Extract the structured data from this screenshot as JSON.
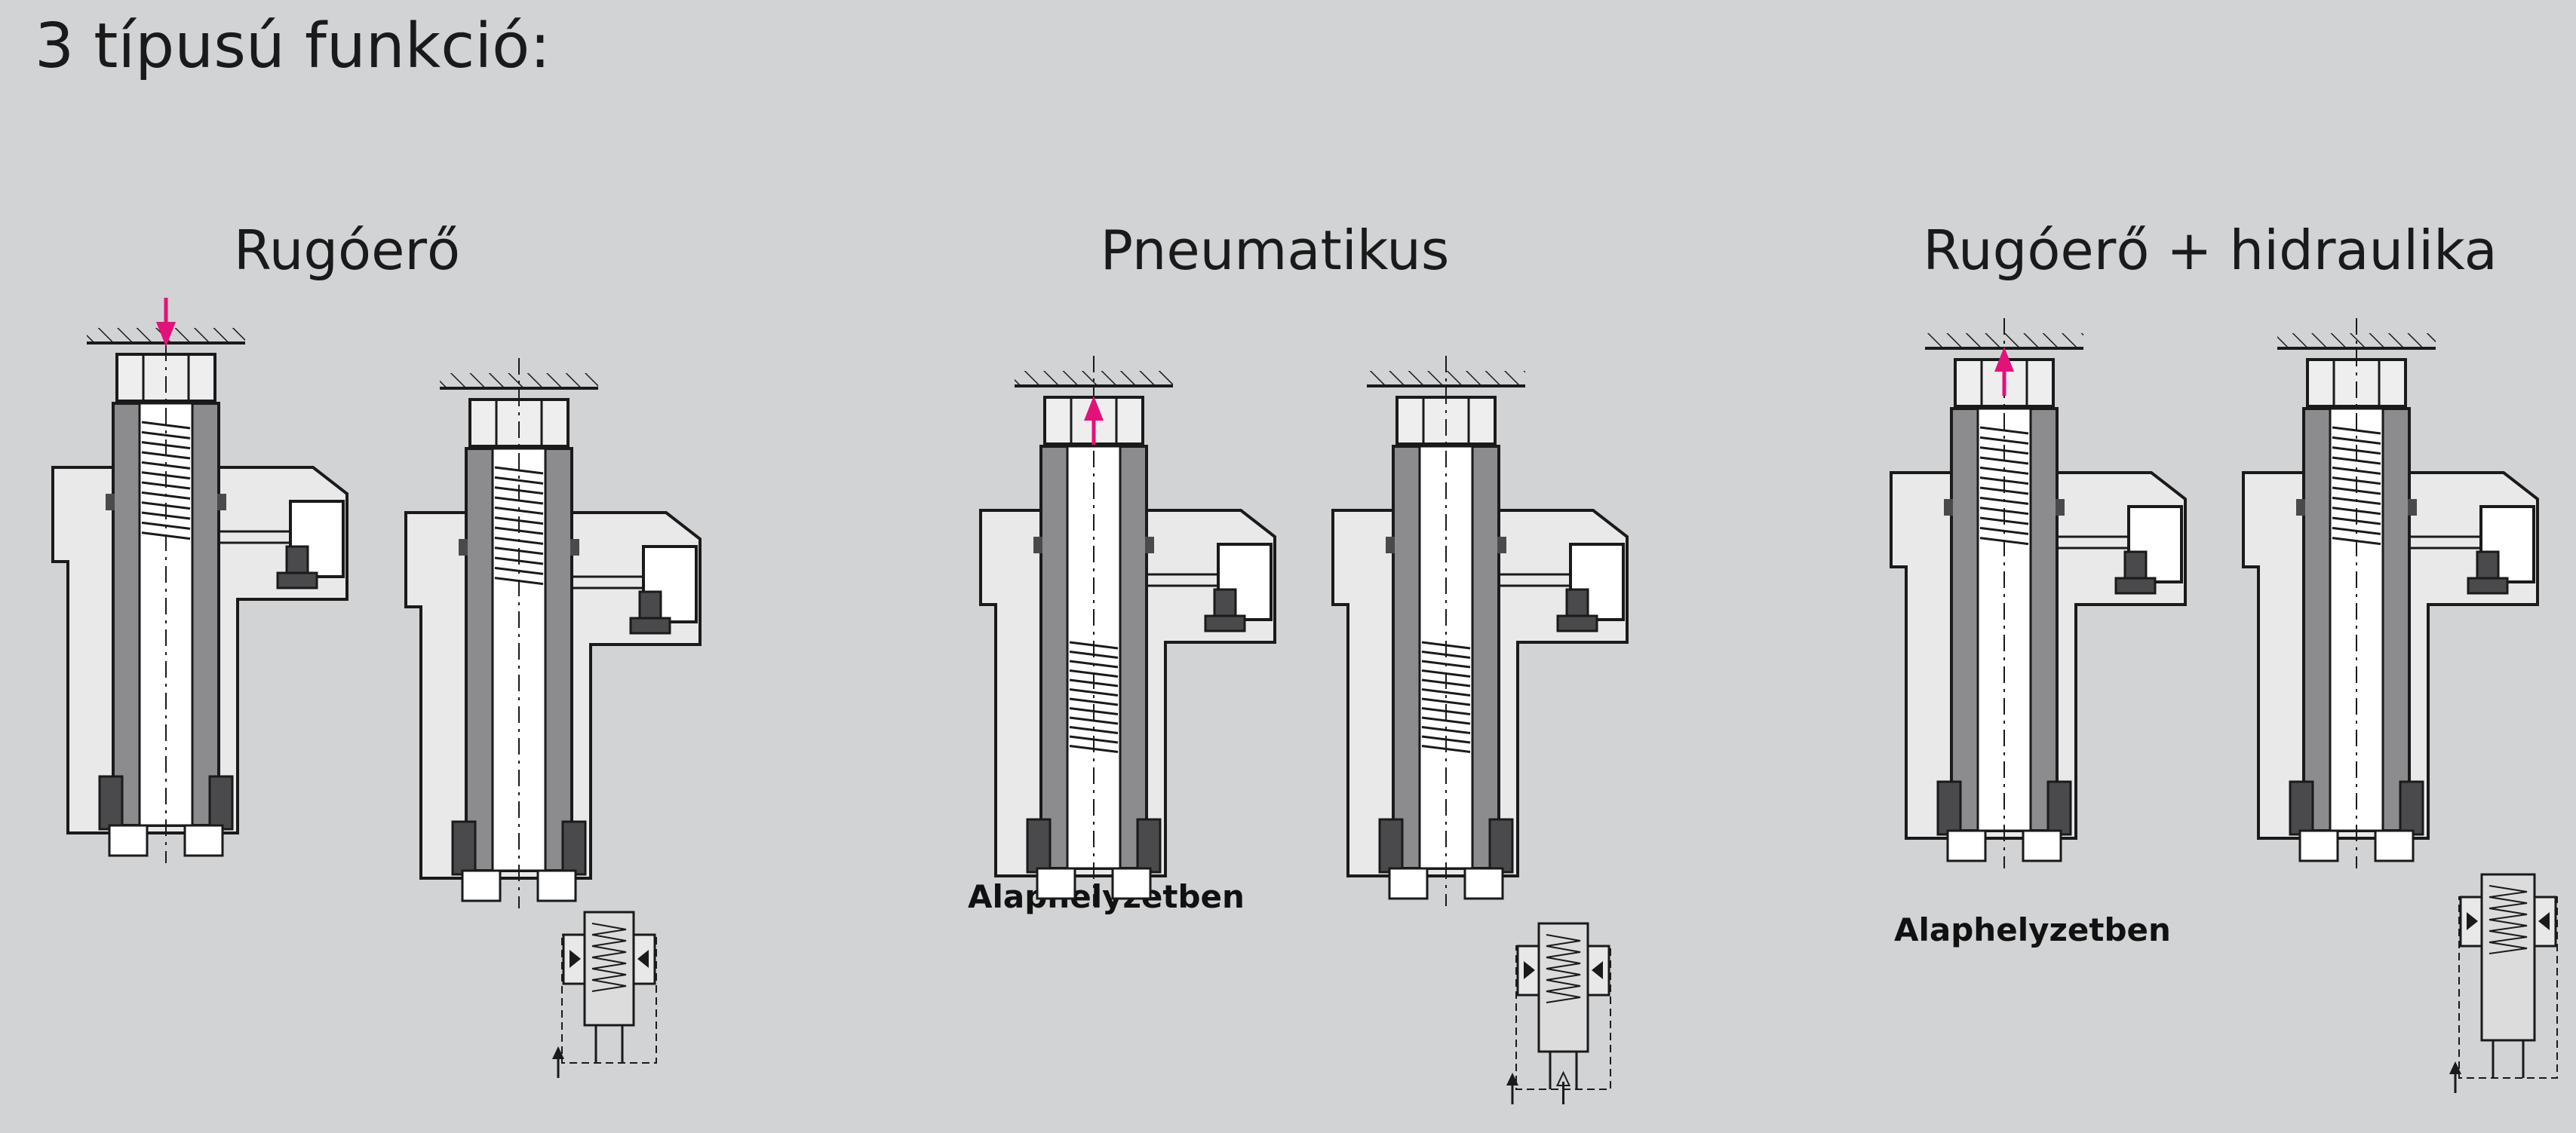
{
  "page": {
    "title": "3 típusú funkció:"
  },
  "sections": [
    {
      "title": "Rugóerő",
      "note": ""
    },
    {
      "title": "Pneumatikus",
      "note": "Alaphelyzetben"
    },
    {
      "title": "Rugóerő + hidraulika",
      "note": "Alaphelyzetben"
    }
  ],
  "colors": {
    "background": "#d2d3d5",
    "body": "#e9e9ea",
    "steel": "#8c8c8e",
    "dark": "#4a4a4c",
    "line": "#1a1a1a",
    "arrow": "#e2127a",
    "white": "#ffffff"
  },
  "arrows": [
    {
      "section": 0,
      "direction": "down"
    },
    {
      "section": 1,
      "direction": "up"
    },
    {
      "section": 2,
      "direction": "up"
    }
  ]
}
